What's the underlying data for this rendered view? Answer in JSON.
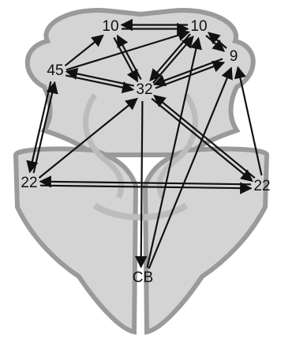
{
  "colors": {
    "background": "#ffffff",
    "tissue_fill": "#d4d4d4",
    "tissue_stroke": "#9a9a9a",
    "inner_structure": "#bcbcbc",
    "arrow": "#111111",
    "label": "#111111"
  },
  "nodes": [
    {
      "id": "n_top_left",
      "label": "10"
    },
    {
      "id": "n_top_right",
      "label": "10"
    },
    {
      "id": "n_right",
      "label": "9"
    },
    {
      "id": "n_left",
      "label": "45"
    },
    {
      "id": "n_center",
      "label": "32"
    },
    {
      "id": "n_low_left",
      "label": "22"
    },
    {
      "id": "n_low_right",
      "label": "22"
    },
    {
      "id": "n_cb",
      "label": "CB"
    }
  ],
  "edges": [
    {
      "from": "n_top_left",
      "to": "n_top_right"
    },
    {
      "from": "n_top_right",
      "to": "n_top_left"
    },
    {
      "from": "n_top_left",
      "to": "n_center"
    },
    {
      "from": "n_center",
      "to": "n_top_left"
    },
    {
      "from": "n_top_right",
      "to": "n_center"
    },
    {
      "from": "n_center",
      "to": "n_top_right"
    },
    {
      "from": "n_top_right",
      "to": "n_right"
    },
    {
      "from": "n_right",
      "to": "n_top_right"
    },
    {
      "from": "n_left",
      "to": "n_top_left"
    },
    {
      "from": "n_left",
      "to": "n_top_right"
    },
    {
      "from": "n_left",
      "to": "n_center"
    },
    {
      "from": "n_center",
      "to": "n_left"
    },
    {
      "from": "n_right",
      "to": "n_center"
    },
    {
      "from": "n_center",
      "to": "n_right"
    },
    {
      "from": "n_left",
      "to": "n_low_left"
    },
    {
      "from": "n_low_left",
      "to": "n_left"
    },
    {
      "from": "n_low_left",
      "to": "n_low_right"
    },
    {
      "from": "n_low_right",
      "to": "n_low_left"
    },
    {
      "from": "n_low_left",
      "to": "n_center"
    },
    {
      "from": "n_low_right",
      "to": "n_center"
    },
    {
      "from": "n_low_right",
      "to": "n_right"
    },
    {
      "from": "n_center",
      "to": "n_low_right"
    },
    {
      "from": "n_center",
      "to": "n_cb"
    },
    {
      "from": "n_cb",
      "to": "n_top_right"
    },
    {
      "from": "n_cb",
      "to": "n_right"
    }
  ]
}
